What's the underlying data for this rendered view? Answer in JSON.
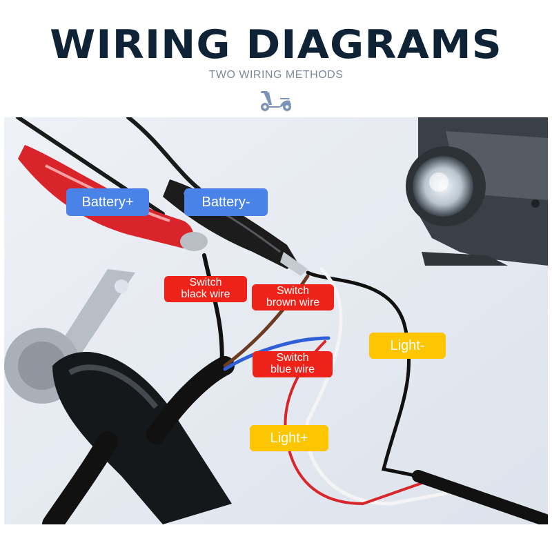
{
  "header": {
    "title": "WIRING DIAGRAMS",
    "subtitle": "TWO WIRING METHODS",
    "icon": "scooter-icon",
    "icon_color": "#7c93b8"
  },
  "labels": {
    "battery_plus": "Battery+",
    "battery_minus": "Battery-",
    "switch_black": {
      "line1": "Switch",
      "line2": "black wire"
    },
    "switch_brown": {
      "line1": "Switch",
      "line2": "brown wire"
    },
    "switch_blue": {
      "line1": "Switch",
      "line2": "blue wire"
    },
    "light_minus": "Light-",
    "light_plus": "Light+"
  },
  "colors": {
    "title": "#0f2336",
    "battery_tag": "#4a83e8",
    "switch_tag": "#ee2219",
    "light_tag": "#fdc600",
    "photo_background": "#e6ebf2"
  }
}
